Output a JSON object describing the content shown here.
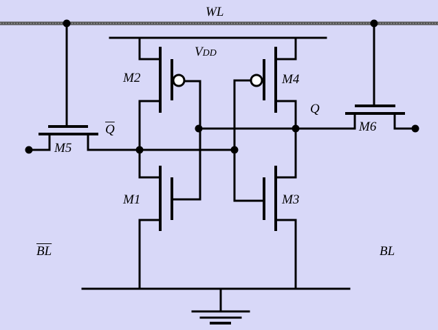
{
  "labels": {
    "wordline": "WL",
    "vdd_main": "V",
    "vdd_sub": "DD",
    "q": "Q",
    "qbar": "Q",
    "bl": "BL",
    "blbar": "BL"
  },
  "transistors": {
    "m1": "M1",
    "m2": "M2",
    "m3": "M3",
    "m4": "M4",
    "m5": "M5",
    "m6": "M6"
  },
  "colors": {
    "background": "#d8d8f8",
    "wire": "#000000",
    "wordline": "#555555"
  }
}
